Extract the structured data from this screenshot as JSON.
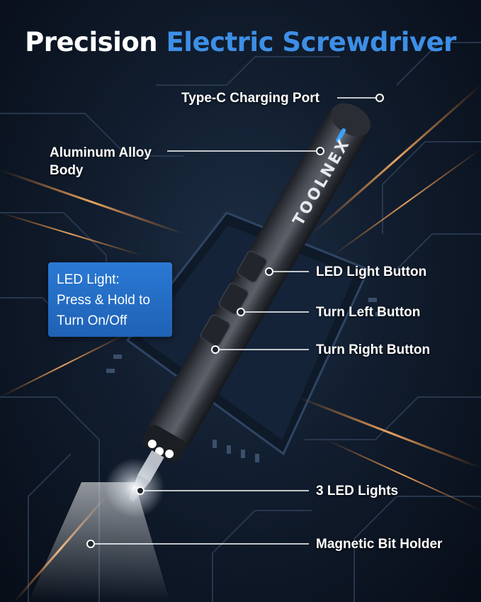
{
  "title": {
    "part1": "Precision",
    "part2": "Electric Screwdriver"
  },
  "brand": "TOOLNEX",
  "callouts": {
    "type_c_port": "Type-C Charging Port",
    "body_line1": "Aluminum Alloy",
    "body_line2": "Body",
    "led_button": "LED Light Button",
    "turn_left": "Turn Left Button",
    "turn_right": "Turn Right Button",
    "led_lights": "3 LED Lights",
    "bit_holder": "Magnetic Bit Holder"
  },
  "tip_box": {
    "line1": "LED Light:",
    "line2": "Press & Hold to",
    "line3": "Turn On/Off"
  },
  "colors": {
    "title_white": "#ffffff",
    "title_blue": "#3d8fe6",
    "tip_box_bg": "#2a79d4",
    "accent_orange": "#ff8a2a",
    "indicator_blue": "#3aa2ff"
  }
}
